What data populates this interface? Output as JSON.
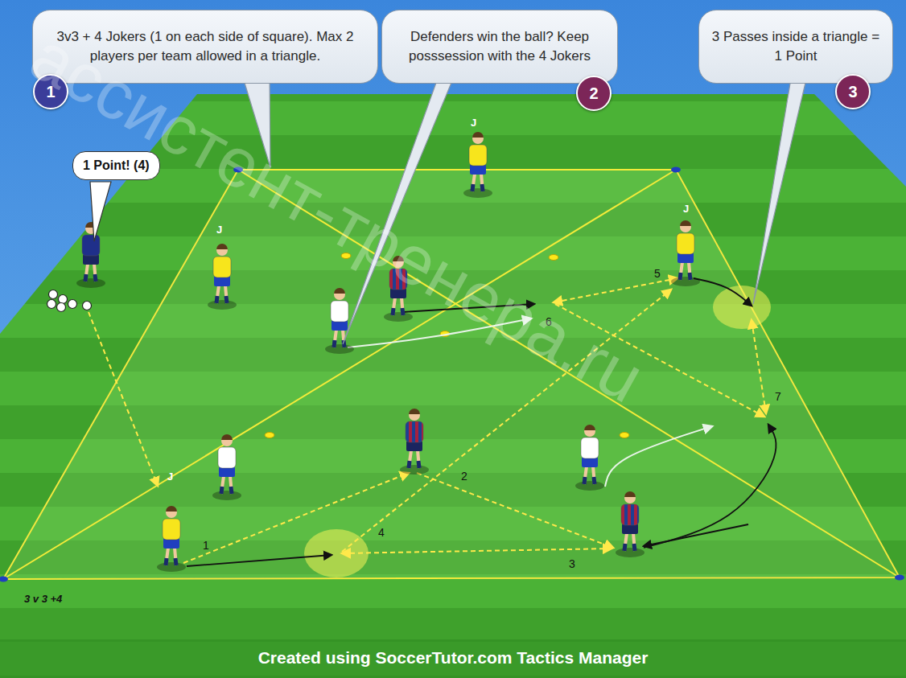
{
  "diagram": {
    "caption": "Created using SoccerTutor.com Tactics Manager",
    "nodes": [
      {
        "text": [
          "3v3 + 4 Jokers (1 on each side of square). Max 2 players per team allowed in a triangle."
        ]
      },
      {
        "text": [
          "1"
        ]
      },
      {
        "text": [
          "Defenders win the ball? Keep posssession with the 4 Jokers"
        ]
      },
      {
        "text": [
          "2"
        ]
      },
      {
        "text": [
          "3 Passes inside a triangle = 1 Point"
        ]
      },
      {
        "text": [
          "3"
        ]
      },
      {
        "text": [
          "1 Point! (4)"
        ]
      }
    ],
    "labels": [
      "J",
      "J",
      "J",
      "J",
      "1",
      "2",
      "3",
      "4",
      "5",
      "6",
      "7",
      "3 v 3 +4",
      "ассистент-тренера.ru"
    ]
  }
}
